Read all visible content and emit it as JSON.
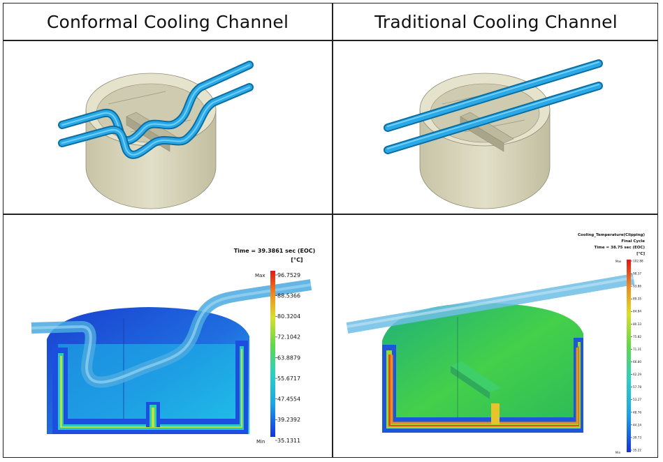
{
  "headers": {
    "conformal": "Conformal Cooling Channel",
    "traditional": "Traditional Cooling Channel"
  },
  "conformal_legend": {
    "time": "Time = 39.3861 sec (EOC)",
    "unit": "[°C]",
    "max_label": "Max",
    "min_label": "Min",
    "ticks": [
      "96.7529",
      "88.5366",
      "80.3204",
      "72.1042",
      "63.8879",
      "55.6717",
      "47.4554",
      "39.2392",
      "35.1311"
    ]
  },
  "traditional_legend": {
    "title": "Cooling_Temperature(Clipping)",
    "subtitle": "Final Cycle",
    "time": "Time = 38.75 sec (EOC)",
    "unit": "[°C]",
    "max_label": "Max",
    "min_label": "Min",
    "ticks": [
      "102.88",
      "98.37",
      "93.86",
      "89.35",
      "84.84",
      "80.33",
      "75.82",
      "71.31",
      "66.80",
      "62.29",
      "57.78",
      "53.27",
      "48.76",
      "44.24",
      "39.73",
      "35.22"
    ]
  },
  "colors": {
    "pipe": "#1a9bd8",
    "mold": "#d9d6bd",
    "border": "#222222"
  }
}
